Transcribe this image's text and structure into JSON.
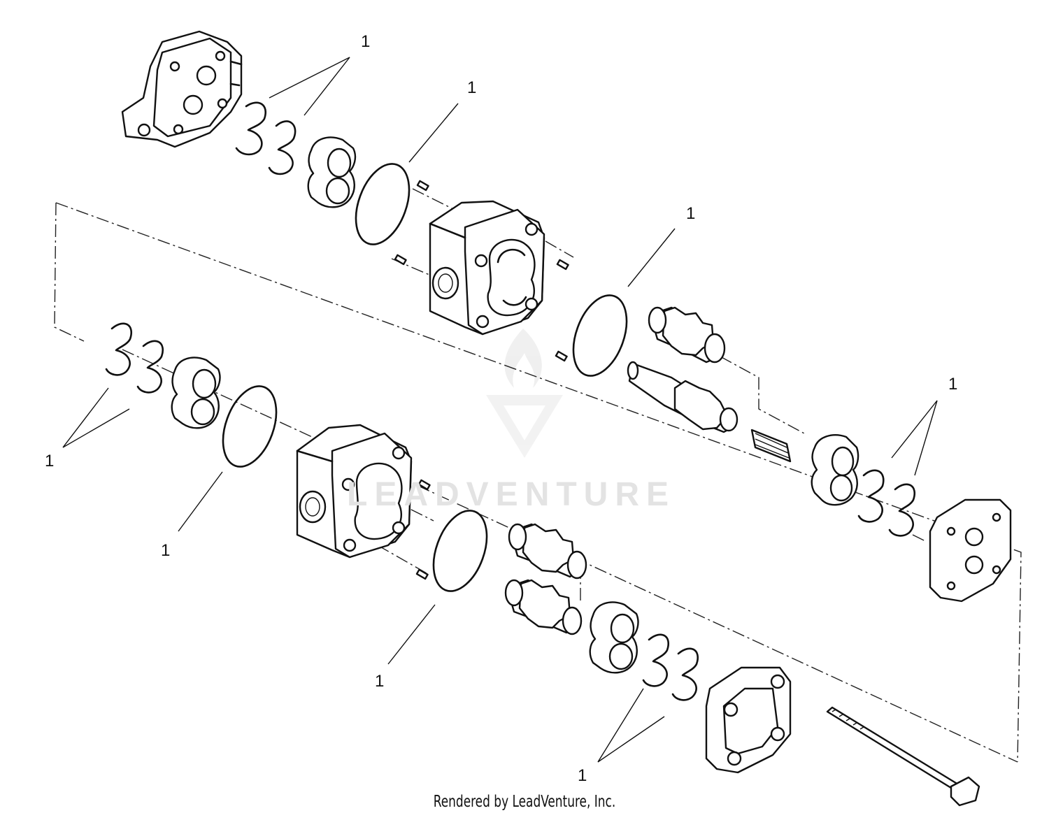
{
  "callout_label": "1",
  "footer": {
    "credit": "Rendered by LeadVenture, Inc."
  },
  "watermark": {
    "text": "LEADVENTURE"
  }
}
